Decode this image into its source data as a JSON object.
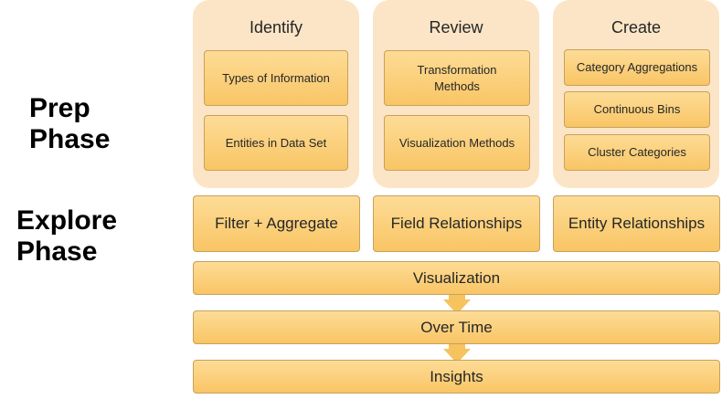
{
  "phases": {
    "prep_line1": "Prep",
    "prep_line2": "Phase",
    "explore_line1": "Explore",
    "explore_line2": "Phase"
  },
  "prep_columns": [
    {
      "title": "Identify",
      "items": [
        "Types of Information",
        "Entities in Data Set"
      ]
    },
    {
      "title": "Review",
      "items": [
        "Transformation Methods",
        "Visualization Methods"
      ]
    },
    {
      "title": "Create",
      "items": [
        "Category Aggregations",
        "Continuous Bins",
        "Cluster Categories"
      ]
    }
  ],
  "explore_row": [
    "Filter + Aggregate",
    "Field Relationships",
    "Entity Relationships"
  ],
  "flow": [
    "Visualization",
    "Over Time",
    "Insights"
  ],
  "colors": {
    "panel_bg": "#fbe5c6",
    "box_top": "#fddc96",
    "box_bottom": "#f9c565",
    "box_border": "#c8a15a",
    "arrow": "#f6c35f"
  }
}
